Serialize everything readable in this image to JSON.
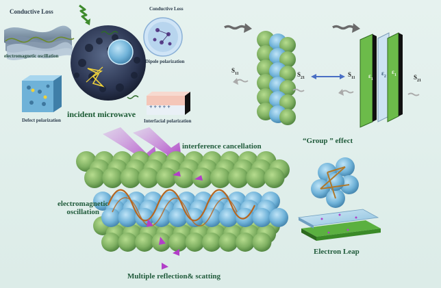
{
  "labels": {
    "conductive_loss_left": "Conductive Loss",
    "em_oscillation_small": "electromagnetic oscillation",
    "conductive_loss_right": "Conductive Loss",
    "dipole_polarization": "Dipole polarization",
    "defect_polarization": "Defect polarization",
    "incident_microwave": "incident microwave",
    "interfacial_polarization": "Interfacial polarization",
    "interference_cancellation": "interference cancellation",
    "group_effect": "“Group ” effect",
    "em_oscillation_big_line1": "electromagnetic",
    "em_oscillation_big_line2": "oscillation",
    "multiple_reflection": "Multiple reflection& scatting",
    "electron_leap": "Electron Leap",
    "s11_a": "S",
    "s11_a_sub": "11",
    "s21_a": "S",
    "s21_a_sub": "21",
    "s11_b": "S",
    "s11_b_sub": "11",
    "s21_b": "S",
    "s21_b_sub": "21",
    "layer_eps1_a": "ε",
    "layer_eps1_a_sub": "1",
    "layer_eps2": "ε",
    "layer_eps2_sub": "2",
    "layer_eps1_b": "ε",
    "layer_eps1_b_sub": "1",
    "interfacial_charges": "+ + + + +"
  },
  "colors": {
    "green_sphere": "#7fb062",
    "blue_sphere": "#6fb2d8",
    "arrow_purple": "#b23fc8",
    "wave_brown": "#b7651e",
    "layer_green": "#6cbb4a",
    "layer_blue": "#cde3f3",
    "text_green": "#1f5a3a"
  }
}
